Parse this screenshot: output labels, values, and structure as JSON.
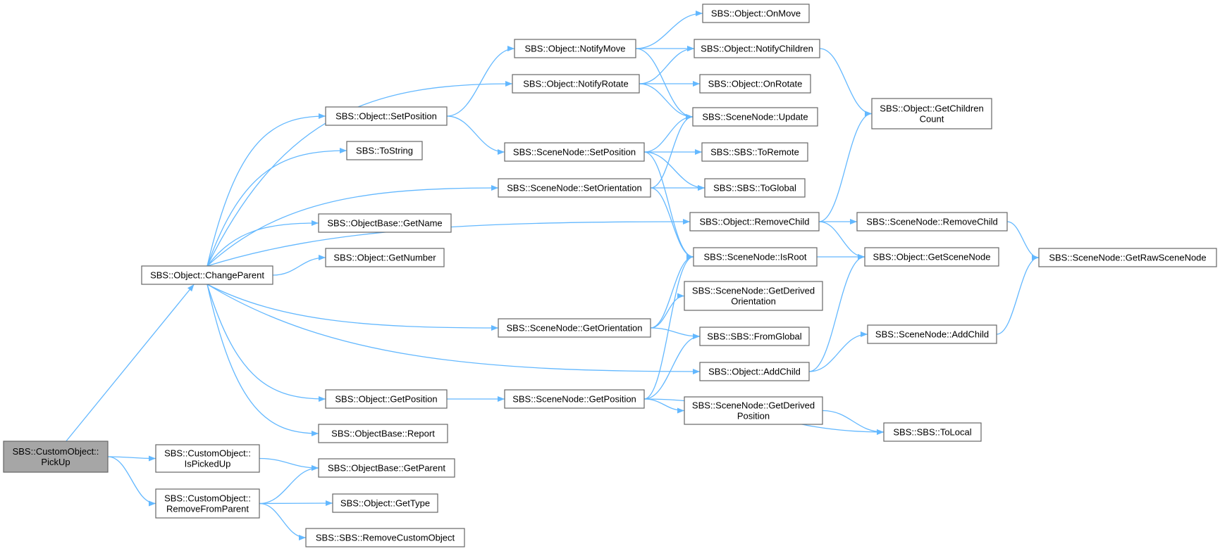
{
  "colors": {
    "edge": "#63b8ff",
    "node_border": "#666666",
    "root_fill": "#a6a6a6",
    "node_fill": "#ffffff"
  },
  "nodes": {
    "pickup": [
      "SBS::CustomObject::",
      "PickUp"
    ],
    "changeparent": [
      "SBS::Object::ChangeParent"
    ],
    "ispickedup": [
      "SBS::CustomObject::",
      "IsPickedUp"
    ],
    "removefromparent": [
      "SBS::CustomObject::",
      "RemoveFromParent"
    ],
    "obj_setposition": [
      "SBS::Object::SetPosition"
    ],
    "tostring": [
      "SBS::ToString"
    ],
    "getname": [
      "SBS::ObjectBase::GetName"
    ],
    "getnumber": [
      "SBS::Object::GetNumber"
    ],
    "obj_getposition": [
      "SBS::Object::GetPosition"
    ],
    "report": [
      "SBS::ObjectBase::Report"
    ],
    "getparent": [
      "SBS::ObjectBase::GetParent"
    ],
    "gettype": [
      "SBS::Object::GetType"
    ],
    "removecustomobject": [
      "SBS::SBS::RemoveCustomObject"
    ],
    "notifymove": [
      "SBS::Object::NotifyMove"
    ],
    "notifyrotate": [
      "SBS::Object::NotifyRotate"
    ],
    "sn_setposition": [
      "SBS::SceneNode::SetPosition"
    ],
    "sn_setorientation": [
      "SBS::SceneNode::SetOrientation"
    ],
    "sn_getorientation": [
      "SBS::SceneNode::GetOrientation"
    ],
    "sn_getposition": [
      "SBS::SceneNode::GetPosition"
    ],
    "onmove": [
      "SBS::Object::OnMove"
    ],
    "notifychildren": [
      "SBS::Object::NotifyChildren"
    ],
    "onrotate": [
      "SBS::Object::OnRotate"
    ],
    "sn_update": [
      "SBS::SceneNode::Update"
    ],
    "toremote": [
      "SBS::SBS::ToRemote"
    ],
    "toglobal": [
      "SBS::SBS::ToGlobal"
    ],
    "obj_removechild": [
      "SBS::Object::RemoveChild"
    ],
    "sn_isroot": [
      "SBS::SceneNode::IsRoot"
    ],
    "getderivedorientation": [
      "SBS::SceneNode::GetDerived",
      "Orientation"
    ],
    "fromglobal": [
      "SBS::SBS::FromGlobal"
    ],
    "obj_addchild": [
      "SBS::Object::AddChild"
    ],
    "getderivedposition": [
      "SBS::SceneNode::GetDerived",
      "Position"
    ],
    "getchildrencount": [
      "SBS::Object::GetChildren",
      "Count"
    ],
    "sn_removechild": [
      "SBS::SceneNode::RemoveChild"
    ],
    "getscenenode": [
      "SBS::Object::GetSceneNode"
    ],
    "sn_addchild": [
      "SBS::SceneNode::AddChild"
    ],
    "tolocal": [
      "SBS::SBS::ToLocal"
    ],
    "getrawscenenode": [
      "SBS::SceneNode::GetRawSceneNode"
    ]
  },
  "edges": [
    [
      "pickup",
      "changeparent"
    ],
    [
      "pickup",
      "ispickedup"
    ],
    [
      "pickup",
      "removefromparent"
    ],
    [
      "ispickedup",
      "getparent"
    ],
    [
      "removefromparent",
      "getparent"
    ],
    [
      "removefromparent",
      "gettype"
    ],
    [
      "removefromparent",
      "removecustomobject"
    ],
    [
      "changeparent",
      "obj_setposition"
    ],
    [
      "changeparent",
      "tostring"
    ],
    [
      "changeparent",
      "getname"
    ],
    [
      "changeparent",
      "getnumber"
    ],
    [
      "changeparent",
      "obj_getposition"
    ],
    [
      "changeparent",
      "report"
    ],
    [
      "changeparent",
      "notifyrotate"
    ],
    [
      "changeparent",
      "sn_setorientation"
    ],
    [
      "changeparent",
      "sn_getorientation"
    ],
    [
      "changeparent",
      "obj_removechild"
    ],
    [
      "changeparent",
      "obj_addchild"
    ],
    [
      "obj_setposition",
      "notifymove"
    ],
    [
      "obj_setposition",
      "sn_setposition"
    ],
    [
      "obj_getposition",
      "sn_getposition"
    ],
    [
      "notifymove",
      "onmove"
    ],
    [
      "notifymove",
      "notifychildren"
    ],
    [
      "notifymove",
      "sn_update"
    ],
    [
      "notifyrotate",
      "notifychildren"
    ],
    [
      "notifyrotate",
      "onrotate"
    ],
    [
      "notifyrotate",
      "sn_update"
    ],
    [
      "sn_setposition",
      "sn_update"
    ],
    [
      "sn_setposition",
      "toremote"
    ],
    [
      "sn_setposition",
      "toglobal"
    ],
    [
      "sn_setposition",
      "sn_isroot"
    ],
    [
      "sn_setorientation",
      "sn_update"
    ],
    [
      "sn_setorientation",
      "toglobal"
    ],
    [
      "sn_setorientation",
      "sn_isroot"
    ],
    [
      "sn_getorientation",
      "sn_isroot"
    ],
    [
      "sn_getorientation",
      "getderivedorientation"
    ],
    [
      "sn_getorientation",
      "fromglobal"
    ],
    [
      "sn_getposition",
      "sn_isroot"
    ],
    [
      "sn_getposition",
      "fromglobal"
    ],
    [
      "sn_getposition",
      "getderivedposition"
    ],
    [
      "sn_getposition",
      "tolocal"
    ],
    [
      "notifychildren",
      "getchildrencount"
    ],
    [
      "obj_removechild",
      "getchildrencount"
    ],
    [
      "obj_removechild",
      "sn_removechild"
    ],
    [
      "obj_removechild",
      "getscenenode"
    ],
    [
      "sn_isroot",
      "getscenenode"
    ],
    [
      "obj_addchild",
      "getscenenode"
    ],
    [
      "obj_addchild",
      "sn_addchild"
    ],
    [
      "getderivedposition",
      "tolocal"
    ],
    [
      "sn_removechild",
      "getrawscenenode"
    ],
    [
      "sn_addchild",
      "getrawscenenode"
    ]
  ]
}
